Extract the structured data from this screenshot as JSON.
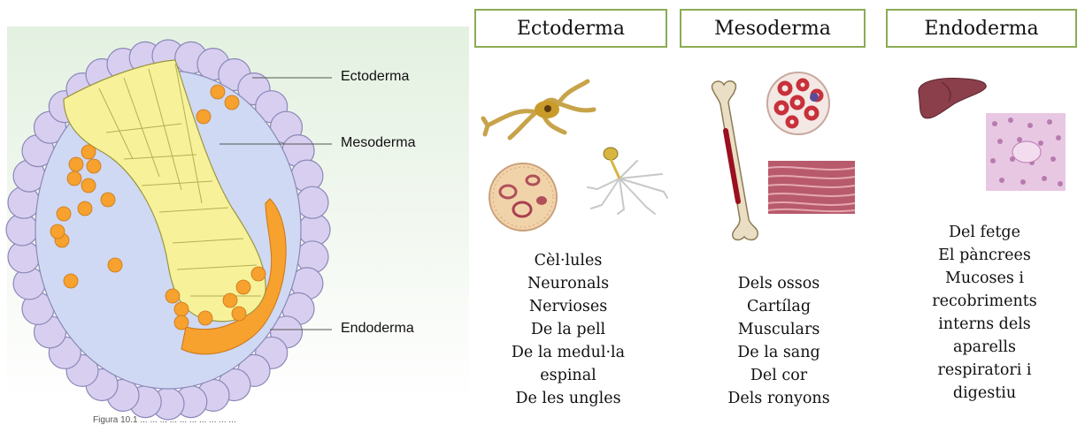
{
  "diagram": {
    "labels": {
      "ectoderm": "Ectoderma",
      "mesoderm": "Mesoderma",
      "endoderm": "Endoderma"
    },
    "caption": "Figura 10.1 ... ... ... ... ... ... ... ... ... ..."
  },
  "columns": [
    {
      "title": "Ectoderma",
      "items": [
        "Cèl·lules",
        "Neuronals",
        "Nervioses",
        "De la pell",
        "De la medul·la",
        "espinal",
        "De les ungles"
      ]
    },
    {
      "title": "Mesoderma",
      "items": [
        "Dels ossos",
        "Cartílag",
        "Musculars",
        "De la sang",
        "Del cor",
        "Dels ronyons"
      ]
    },
    {
      "title": "Endoderma",
      "items": [
        "Del fetge",
        "El pàncrees",
        "Mucoses i",
        "recobriments",
        "interns dels",
        "aparells",
        "respiratori i",
        "digestiu"
      ]
    }
  ],
  "colors": {
    "box_border": "#8aab55",
    "ectoderm_cells": "#d8cff0",
    "mesoderm_cells": "#f7f29a",
    "endoderm_cells": "#f7a12e",
    "cavity": "#cfd9f3"
  },
  "icons": [
    "neuron-icon",
    "skin-cell-icon",
    "nerve-cell-icon",
    "bone-icon",
    "blood-cells-icon",
    "muscle-fiber-icon",
    "liver-icon",
    "pancreas-tissue-icon"
  ]
}
